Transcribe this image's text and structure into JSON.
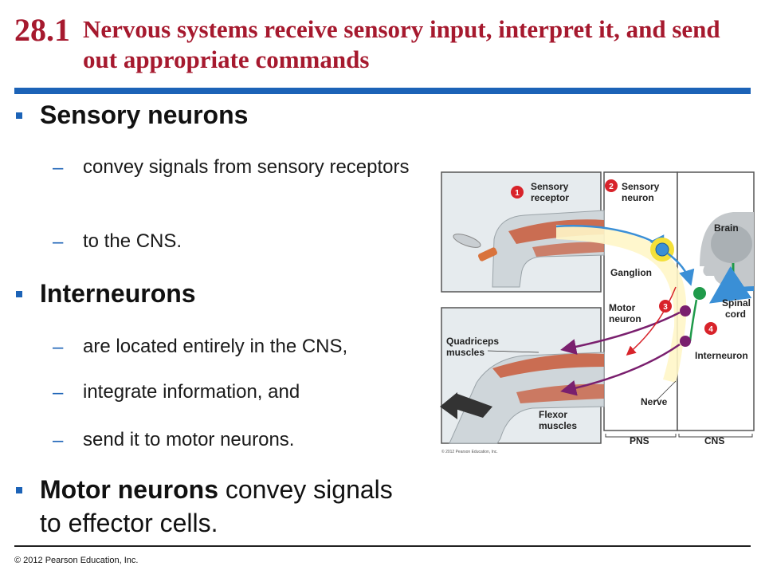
{
  "slide": {
    "title_number": "28.1",
    "title_text": "Nervous systems receive sensory input, interpret it, and send out appropriate commands",
    "bullets": [
      {
        "heading": "Sensory neurons",
        "subs": [
          "convey signals from sensory receptors",
          "to the CNS."
        ]
      },
      {
        "heading": "Interneurons",
        "subs": [
          "are located entirely in the CNS,",
          "integrate information, and",
          "send it to motor neurons."
        ]
      },
      {
        "heading": "Motor neurons",
        "rest_line1": " convey signals",
        "rest_line2": "to effector cells."
      }
    ],
    "footer": "© 2012 Pearson Education, Inc."
  },
  "figure": {
    "labels": {
      "sensory_receptor_1": "Sensory",
      "sensory_receptor_2": "receptor",
      "sensory_neuron_1": "Sensory",
      "sensory_neuron_2": "neuron",
      "brain": "Brain",
      "ganglion": "Ganglion",
      "spinal_1": "Spinal",
      "spinal_2": "cord",
      "motor_neuron_1": "Motor",
      "motor_neuron_2": "neuron",
      "quadriceps_1": "Quadriceps",
      "quadriceps_2": "muscles",
      "interneuron": "Interneuron",
      "nerve": "Nerve",
      "flexor_1": "Flexor",
      "flexor_2": "muscles",
      "pns": "PNS",
      "cns": "CNS",
      "copyright": "© 2012 Pearson Education, Inc."
    },
    "steps": [
      "1",
      "2",
      "3",
      "4"
    ],
    "colors": {
      "title": "#a6192e",
      "accent_blue": "#1c63b7",
      "sensory_path": "#3a8fd6",
      "motor_path": "#7a1f6e",
      "interneuron": "#1f9a4a",
      "step_badge": "#d8232a",
      "ganglion_glow": "#f4e03a",
      "muscle": "#c95a3a"
    }
  }
}
